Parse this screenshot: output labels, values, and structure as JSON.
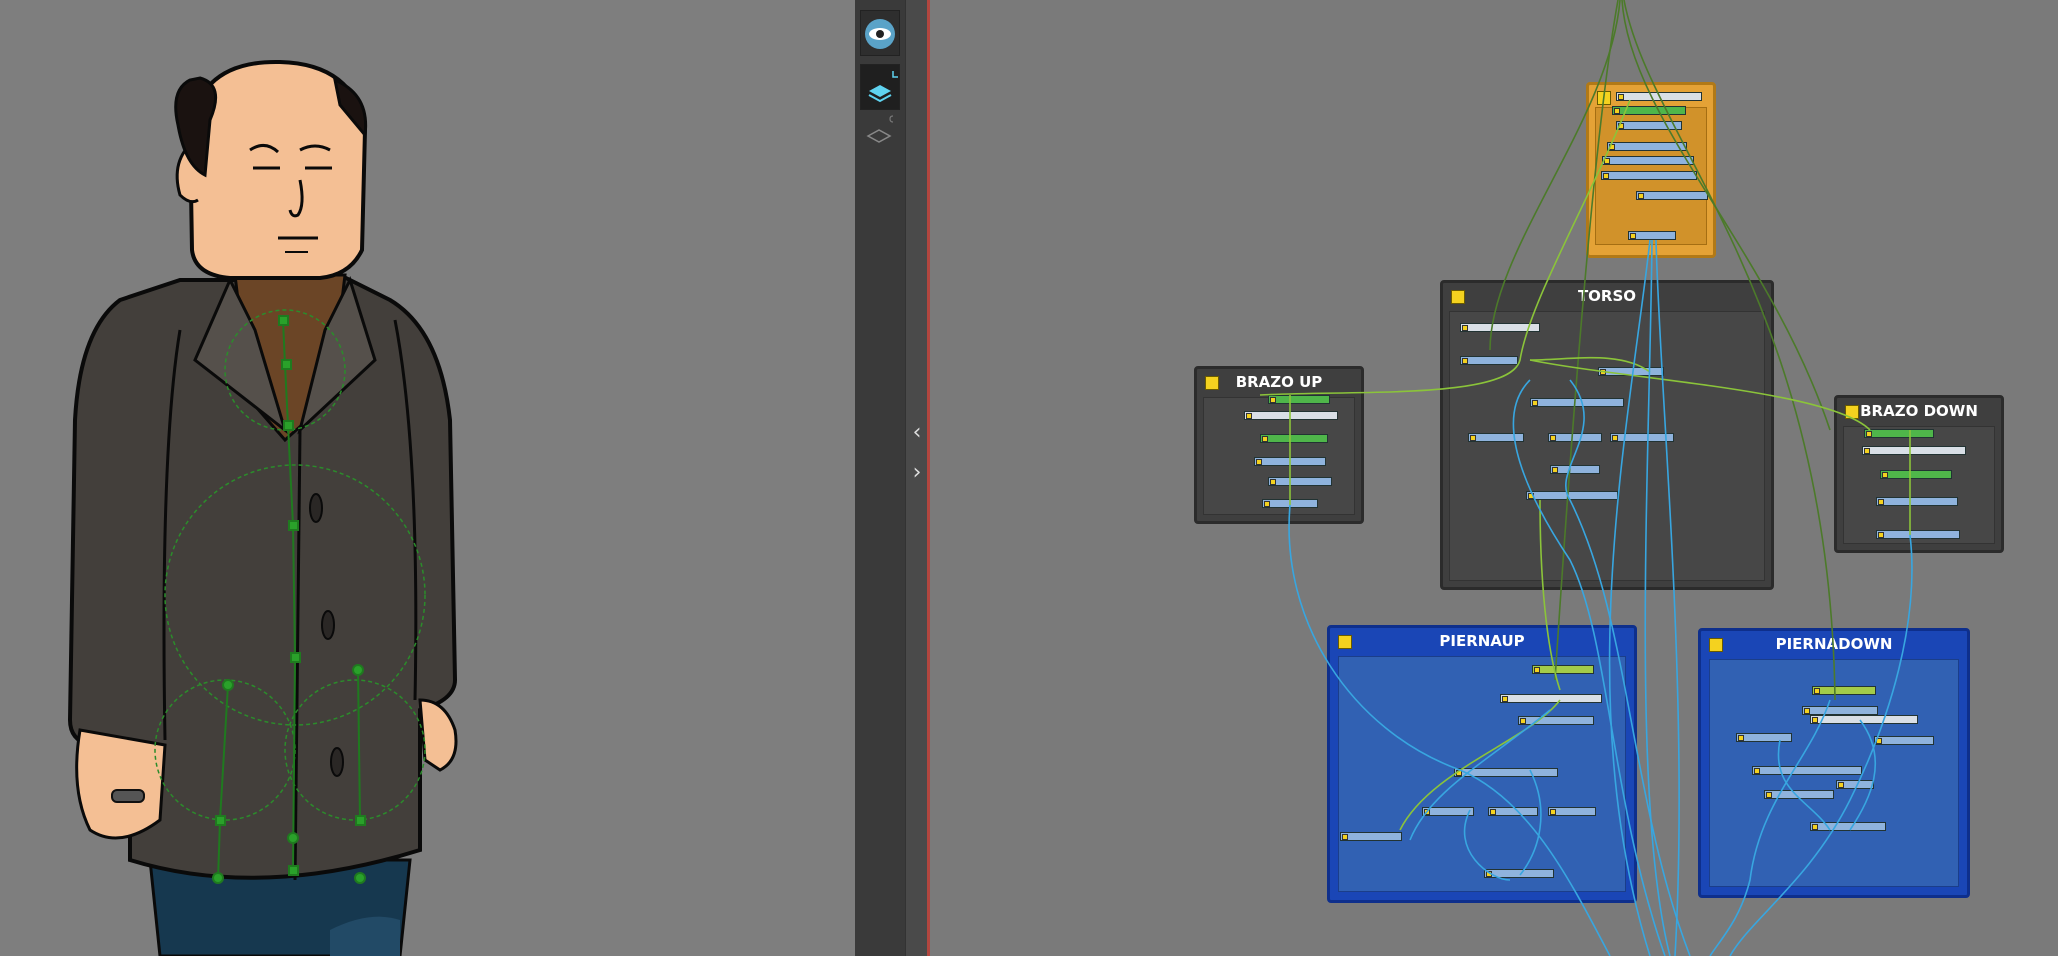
{
  "toolbar": {
    "buttons": [
      {
        "name": "eye-icon",
        "active": false
      },
      {
        "name": "layer-icon",
        "badge": "L",
        "active": true
      },
      {
        "name": "layer-outline-icon",
        "badge": "C",
        "active": false
      }
    ]
  },
  "collapse": {
    "left_arrow": "‹",
    "right_arrow": "›"
  },
  "groups": {
    "top": {
      "title": ""
    },
    "torso": {
      "title": "TORSO"
    },
    "brazo_up": {
      "title": "BRAZO UP"
    },
    "brazo_down": {
      "title": "BRAZO DOWN"
    },
    "pierna_up": {
      "title": "PIERNAUP"
    },
    "pierna_down": {
      "title": "PIERNADOWN"
    }
  },
  "colors": {
    "wire_blue": "#38a6e0",
    "wire_green": "#8bc43a",
    "wire_dark_green": "#4c7a2a",
    "group_blue": "#1a46b6",
    "group_grey": "#3f3f3f",
    "group_orange": "#e4a236",
    "accent_red": "#b2463f"
  }
}
